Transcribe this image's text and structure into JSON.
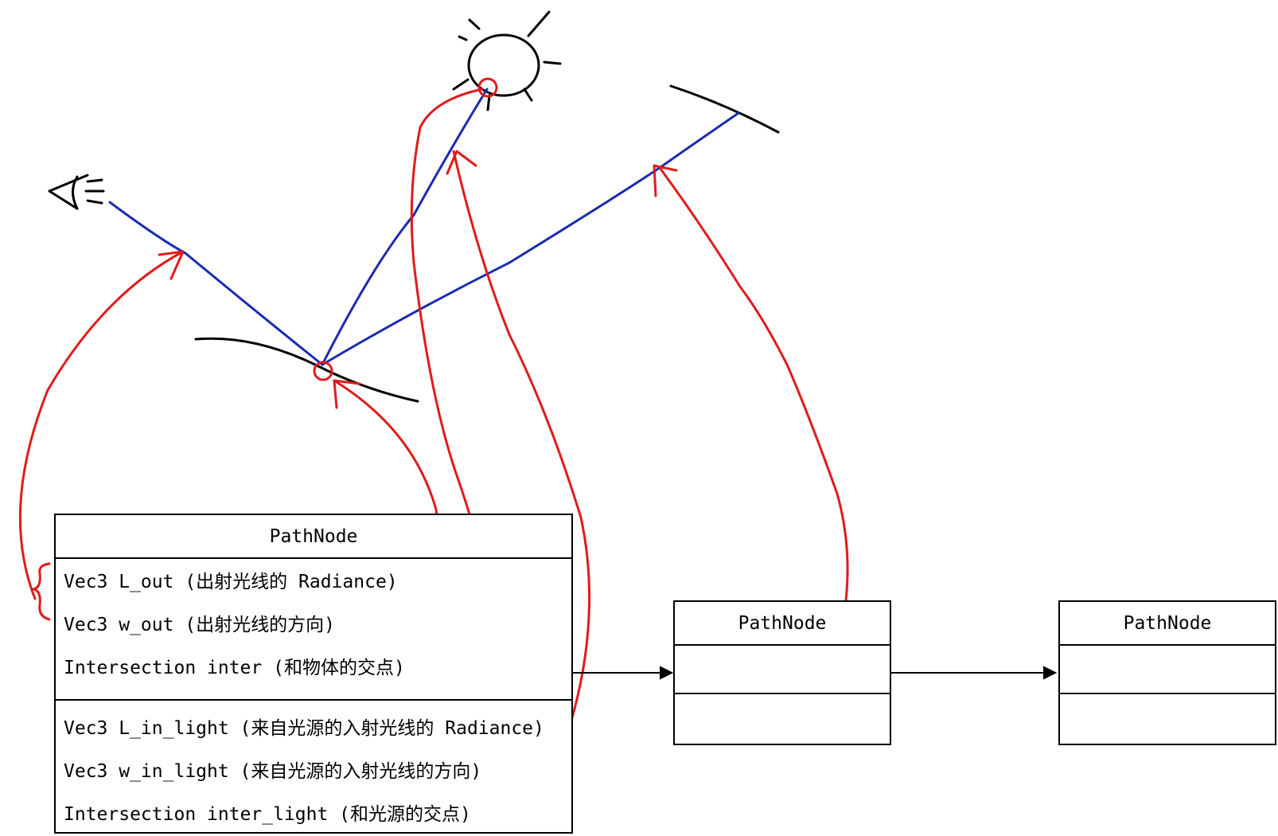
{
  "main_node": {
    "title": "PathNode",
    "fields_primary": [
      "Vec3 L_out (出射光线的 Radiance)",
      "Vec3 w_out (出射光线的方向)",
      "Intersection inter (和物体的交点)"
    ],
    "fields_light": [
      "Vec3 L_in_light (来自光源的入射光线的 Radiance)",
      "Vec3 w_in_light (来自光源的入射光线的方向)",
      "Intersection inter_light (和光源的交点)"
    ]
  },
  "node_2": {
    "title": "PathNode"
  },
  "node_3": {
    "title": "PathNode"
  },
  "colors": {
    "ray": "#1a2bb0",
    "annotation": "#e01b1b",
    "sketch": "#000000"
  },
  "icons": [
    "eye-icon",
    "sun-icon"
  ]
}
